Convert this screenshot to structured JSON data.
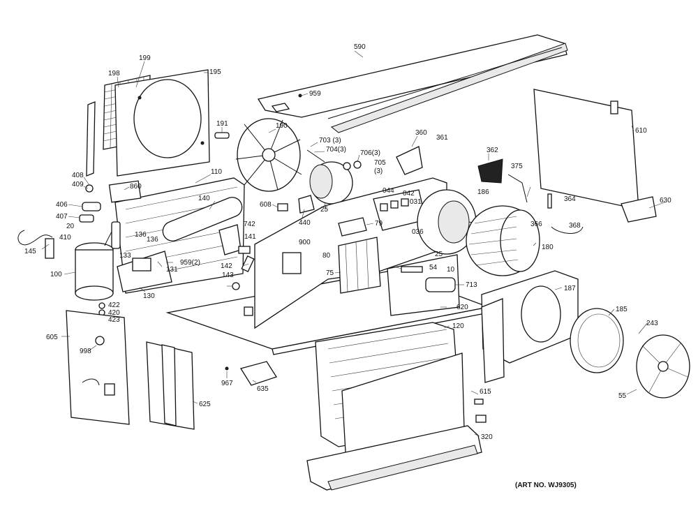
{
  "art_number": "(ART NO. WJ9305)",
  "callouts": [
    {
      "id": "590",
      "label": "590"
    },
    {
      "id": "959a",
      "label": "959"
    },
    {
      "id": "199",
      "label": "199"
    },
    {
      "id": "198",
      "label": "198"
    },
    {
      "id": "195",
      "label": "195"
    },
    {
      "id": "191",
      "label": "191"
    },
    {
      "id": "190",
      "label": "190"
    },
    {
      "id": "703",
      "label": "703 (3)"
    },
    {
      "id": "704",
      "label": "704(3)"
    },
    {
      "id": "706",
      "label": "706(3)"
    },
    {
      "id": "705",
      "label": "705"
    },
    {
      "id": "705q",
      "label": "(3)"
    },
    {
      "id": "360",
      "label": "360"
    },
    {
      "id": "361",
      "label": "361"
    },
    {
      "id": "362",
      "label": "362"
    },
    {
      "id": "375",
      "label": "375"
    },
    {
      "id": "610",
      "label": "610"
    },
    {
      "id": "408",
      "label": "408"
    },
    {
      "id": "409",
      "label": "409"
    },
    {
      "id": "110",
      "label": "110"
    },
    {
      "id": "860",
      "label": "860"
    },
    {
      "id": "140",
      "label": "140"
    },
    {
      "id": "25a",
      "label": "25"
    },
    {
      "id": "044",
      "label": "044"
    },
    {
      "id": "042",
      "label": "042"
    },
    {
      "id": "031",
      "label": "031"
    },
    {
      "id": "186",
      "label": "186"
    },
    {
      "id": "364",
      "label": "364"
    },
    {
      "id": "630",
      "label": "630"
    },
    {
      "id": "406",
      "label": "406"
    },
    {
      "id": "407",
      "label": "407"
    },
    {
      "id": "20",
      "label": "20"
    },
    {
      "id": "410",
      "label": "410"
    },
    {
      "id": "145",
      "label": "145"
    },
    {
      "id": "136a",
      "label": "136"
    },
    {
      "id": "136b",
      "label": "136"
    },
    {
      "id": "133",
      "label": "133"
    },
    {
      "id": "131",
      "label": "131"
    },
    {
      "id": "608",
      "label": "608"
    },
    {
      "id": "440",
      "label": "440"
    },
    {
      "id": "742",
      "label": "742"
    },
    {
      "id": "141",
      "label": "141"
    },
    {
      "id": "79",
      "label": "79"
    },
    {
      "id": "036",
      "label": "036"
    },
    {
      "id": "366",
      "label": "366"
    },
    {
      "id": "368",
      "label": "368"
    },
    {
      "id": "25b",
      "label": "25"
    },
    {
      "id": "180",
      "label": "180"
    },
    {
      "id": "900",
      "label": "900"
    },
    {
      "id": "80",
      "label": "80"
    },
    {
      "id": "100",
      "label": "100"
    },
    {
      "id": "959b",
      "label": "959(2)"
    },
    {
      "id": "142",
      "label": "142"
    },
    {
      "id": "75",
      "label": "75"
    },
    {
      "id": "54",
      "label": "54"
    },
    {
      "id": "10",
      "label": "10"
    },
    {
      "id": "713",
      "label": "713"
    },
    {
      "id": "187",
      "label": "187"
    },
    {
      "id": "143",
      "label": "143"
    },
    {
      "id": "130",
      "label": "130"
    },
    {
      "id": "422",
      "label": "422"
    },
    {
      "id": "420",
      "label": "420"
    },
    {
      "id": "423",
      "label": "423"
    },
    {
      "id": "620",
      "label": "620"
    },
    {
      "id": "120",
      "label": "120"
    },
    {
      "id": "185",
      "label": "185"
    },
    {
      "id": "243",
      "label": "243"
    },
    {
      "id": "605",
      "label": "605"
    },
    {
      "id": "998",
      "label": "998"
    },
    {
      "id": "967",
      "label": "967"
    },
    {
      "id": "635",
      "label": "635"
    },
    {
      "id": "625",
      "label": "625"
    },
    {
      "id": "615",
      "label": "615"
    },
    {
      "id": "55",
      "label": "55"
    },
    {
      "id": "320",
      "label": "320"
    }
  ]
}
